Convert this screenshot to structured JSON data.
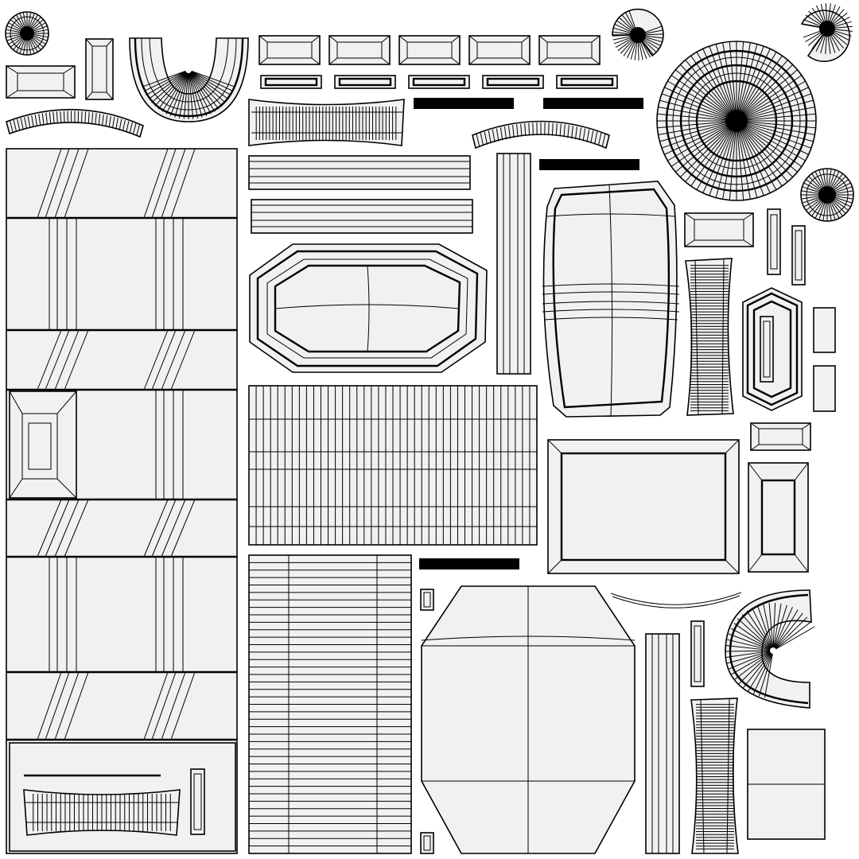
{
  "view": "uv-layout",
  "colors": {
    "background": "#ffffff",
    "face_fill": "#f1f1f1",
    "edge": "#000000"
  },
  "islands": [
    "fan-top-left",
    "bevel-rect",
    "bevel-tall",
    "arch-u",
    "arc-strip-left",
    "bevel-row-top",
    "thin-bevel-row",
    "black-bar",
    "ribbed-strip",
    "arc-strip-mid",
    "fan-quarter",
    "concentric-disk",
    "small-disk",
    "tall-panel-left",
    "long-strip",
    "octagon-plate",
    "grid-wide",
    "grid-rows",
    "barrel-panel",
    "vertical-strip",
    "ribbed-column",
    "double-bevel-hex",
    "thin-bevel-rect",
    "framed-rect",
    "bevel-square",
    "hexagon-plate",
    "spiral-fan",
    "plain-square"
  ]
}
